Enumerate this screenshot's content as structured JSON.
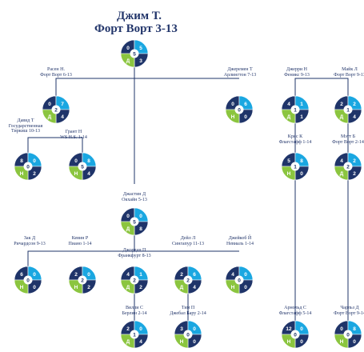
{
  "title": {
    "name": "Джим Т.",
    "subtitle": "Форт Ворт 3-13"
  },
  "colors": {
    "navy": "#1f3469",
    "blue": "#1aa7e1",
    "green": "#8bc53f",
    "line": "#1f3469"
  },
  "nodes": [
    {
      "id": "root",
      "name": "",
      "place": "",
      "center": "5",
      "q": {
        "tl": "0",
        "tr": "5",
        "bl": "Д",
        "br": "3"
      }
    },
    {
      "id": "rasen",
      "name": "Расен Н.",
      "place": "Форт Ворт 6-13",
      "center": "2",
      "q": {
        "tl": "0",
        "tr": "7",
        "bl": "Д",
        "br": "4"
      }
    },
    {
      "id": "david",
      "name": "Давид Т",
      "place": "Государственная Тиркиш 10-13",
      "center": "0",
      "q": {
        "tl": "8",
        "tr": "0",
        "bl": "Н",
        "br": "2"
      }
    },
    {
      "id": "grant",
      "name": "Грант Н",
      "place": "WS H.S. 1-14",
      "center": "5",
      "q": {
        "tl": "0",
        "tr": "8",
        "bl": "Н",
        "br": "4"
      }
    },
    {
      "id": "jeremy",
      "name": "Джеремен Т",
      "place": "Арлингтон 7-13",
      "center": "0",
      "q": {
        "tl": "0",
        "tr": "6",
        "bl": "Н",
        "br": "0"
      }
    },
    {
      "id": "jerry",
      "name": "Джерри Н",
      "place": "Феникс 9-13",
      "center": "1",
      "q": {
        "tl": "4",
        "tr": "1",
        "bl": "Д",
        "br": "1"
      }
    },
    {
      "id": "mike",
      "name": "Майк Л",
      "place": "Форт Ворт 9-13",
      "center": "1",
      "q": {
        "tl": "2",
        "tr": "2",
        "bl": "Д",
        "br": "4"
      }
    },
    {
      "id": "kris",
      "name": "Крис К",
      "place": "Флагстафф 1-14",
      "center": "1",
      "q": {
        "tl": "5",
        "tr": "8",
        "bl": "Н",
        "br": "0"
      }
    },
    {
      "id": "matt",
      "name": "Мэтт Б",
      "place": "Форт Ворт 2-14",
      "center": "2",
      "q": {
        "tl": "4",
        "tr": "2",
        "bl": "Д",
        "br": "2"
      }
    },
    {
      "id": "justin",
      "name": "Джастин Д",
      "place": "Окхайн 5-13",
      "center": "5",
      "q": {
        "tl": "0",
        "tr": "0",
        "bl": "Д",
        "br": "8"
      }
    },
    {
      "id": "zak",
      "name": "Зак Д",
      "place": "Ричардсон 9-13",
      "center": "0",
      "q": {
        "tl": "6",
        "tr": "0",
        "bl": "Н",
        "br": "0"
      }
    },
    {
      "id": "kevin",
      "name": "Кевин Р",
      "place": "Пиано 1-14",
      "center": "2",
      "q": {
        "tl": "2",
        "tr": "0",
        "bl": "Н",
        "br": "2"
      }
    },
    {
      "id": "jordan",
      "name": "Джордан П",
      "place": "Франкфурт 8-13",
      "center": "2",
      "q": {
        "tl": "4",
        "tr": "1",
        "bl": "Д",
        "br": "2"
      }
    },
    {
      "id": "dale",
      "name": "Дейл Л",
      "place": "Сингапур 11-13",
      "center": "2",
      "q": {
        "tl": "2",
        "tr": "6",
        "bl": "Д",
        "br": "4"
      }
    },
    {
      "id": "jacob",
      "name": "Джейкоб Й",
      "place": "Невиаль 1-14",
      "center": "0",
      "q": {
        "tl": "4",
        "tr": "0",
        "bl": "Н",
        "br": "0"
      }
    },
    {
      "id": "willie",
      "name": "Вилли С",
      "place": "Берлин 2-14",
      "center": "1",
      "q": {
        "tl": "2",
        "tr": "0",
        "bl": "Д",
        "br": "4"
      }
    },
    {
      "id": "tim",
      "name": "Тим П",
      "place": "Джебал Бару 2-14",
      "center": "0",
      "q": {
        "tl": "3",
        "tr": "0",
        "bl": "Н",
        "br": "0"
      }
    },
    {
      "id": "arnold",
      "name": "Арнольд С",
      "place": "Флагстафф 5-14",
      "center": "0",
      "q": {
        "tl": "12",
        "tr": "0",
        "bl": "Н",
        "br": "0"
      }
    },
    {
      "id": "charles",
      "name": "Чарльз Д",
      "place": "Форт Ворт 9-14",
      "center": "0",
      "q": {
        "tl": "0",
        "tr": "8",
        "bl": "Н",
        "br": "0"
      }
    }
  ]
}
